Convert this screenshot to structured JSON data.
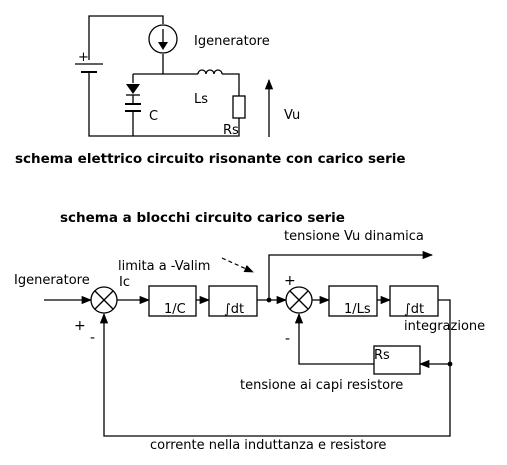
{
  "circuit": {
    "title": "schema elettrico circuito risonante con carico  serie",
    "labels": {
      "source": "Igenerator e",
      "capacitor": "C",
      "inductor": "Ls",
      "resistor": "Rs",
      "output": "Vu",
      "battery_plus": "+"
    }
  },
  "block_diagram": {
    "title": "schema a blocchi circuito carico  serie",
    "input": "Igeneratore",
    "ic": "Ic",
    "limit_note": "limita a -Valim",
    "output_note": "tensione Vu dinamica",
    "blocks": {
      "inv_c": "1/C",
      "int1": "∫dt",
      "inv_ls": "1/Ls",
      "int2": "∫dt",
      "rs": "Rs"
    },
    "integration_note": "integrazione",
    "resistor_feedback_note": "tensione ai capi resistore",
    "bottom_feedback_note": "corrente nella induttanza e resistore",
    "signs": {
      "plus1": "+",
      "minus1": "-",
      "plus2": "+",
      "minus2": "-"
    }
  }
}
